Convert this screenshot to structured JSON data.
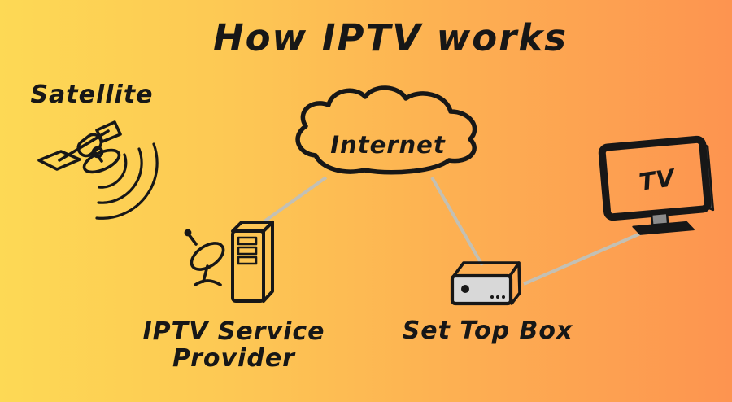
{
  "title": "How IPTV works",
  "background": {
    "left_color": "#fdd955",
    "right_color": "#fd9450"
  },
  "colors": {
    "ink": "#171717",
    "connector": "#c3c0b4",
    "stb_face": "#d8d8d8",
    "tv_stand_neck": "#8b8b8b",
    "tv_side_shade": "#4a4a4a"
  },
  "nodes": {
    "satellite": {
      "label": "Satellite",
      "icon": "satellite-icon"
    },
    "internet": {
      "label": "Internet",
      "icon": "cloud-icon"
    },
    "provider": {
      "label": "IPTV Service Provider",
      "label_lines": [
        "IPTV Service",
        "Provider"
      ],
      "icon": "server-dish-icon"
    },
    "stb": {
      "label": "Set Top Box",
      "icon": "set-top-box-icon"
    },
    "tv": {
      "label": "TV",
      "icon": "tv-icon"
    }
  },
  "connections": [
    {
      "from": "internet",
      "to": "provider"
    },
    {
      "from": "internet",
      "to": "stb"
    },
    {
      "from": "stb",
      "to": "tv"
    }
  ]
}
